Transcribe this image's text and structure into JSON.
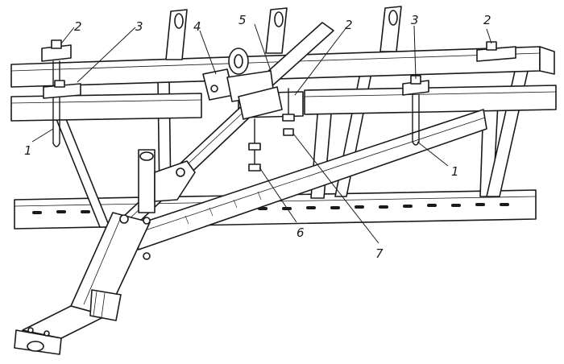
{
  "callouts": {
    "c1_left": "1",
    "c1_right": "1",
    "c2_left": "2",
    "c2_mid": "2",
    "c2_right": "2",
    "c3_left": "3",
    "c3_right": "3",
    "c4": "4",
    "c5": "5",
    "c6": "6",
    "c7": "7"
  }
}
